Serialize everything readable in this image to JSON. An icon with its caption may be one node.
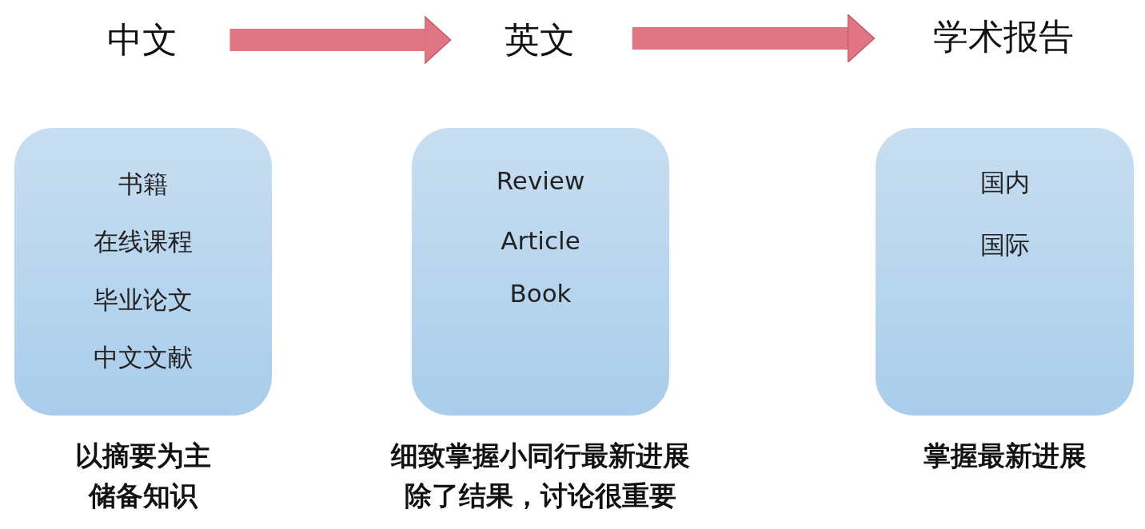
{
  "diagram": {
    "nodes": [
      {
        "text": [
          "中文"
        ]
      },
      {
        "text": [
          "英文"
        ]
      },
      {
        "text": [
          "学术报告"
        ]
      },
      {
        "text": [
          "书籍",
          "在线课程",
          "毕业论文",
          "中文文献"
        ],
        "beside": [
          "以摘要为主",
          "储备知识"
        ]
      },
      {
        "text": [
          "Review",
          "Article",
          "Book"
        ],
        "beside": [
          "细致掌握小同行最新进展",
          "除了结果，讨论很重要"
        ]
      },
      {
        "text": [
          "国内",
          "国际"
        ],
        "beside": [
          "掌握最新进展"
        ]
      }
    ],
    "edges": [
      {
        "from": 0,
        "to": 1,
        "arrow": "to"
      },
      {
        "from": 1,
        "to": 2,
        "arrow": "to"
      }
    ]
  }
}
